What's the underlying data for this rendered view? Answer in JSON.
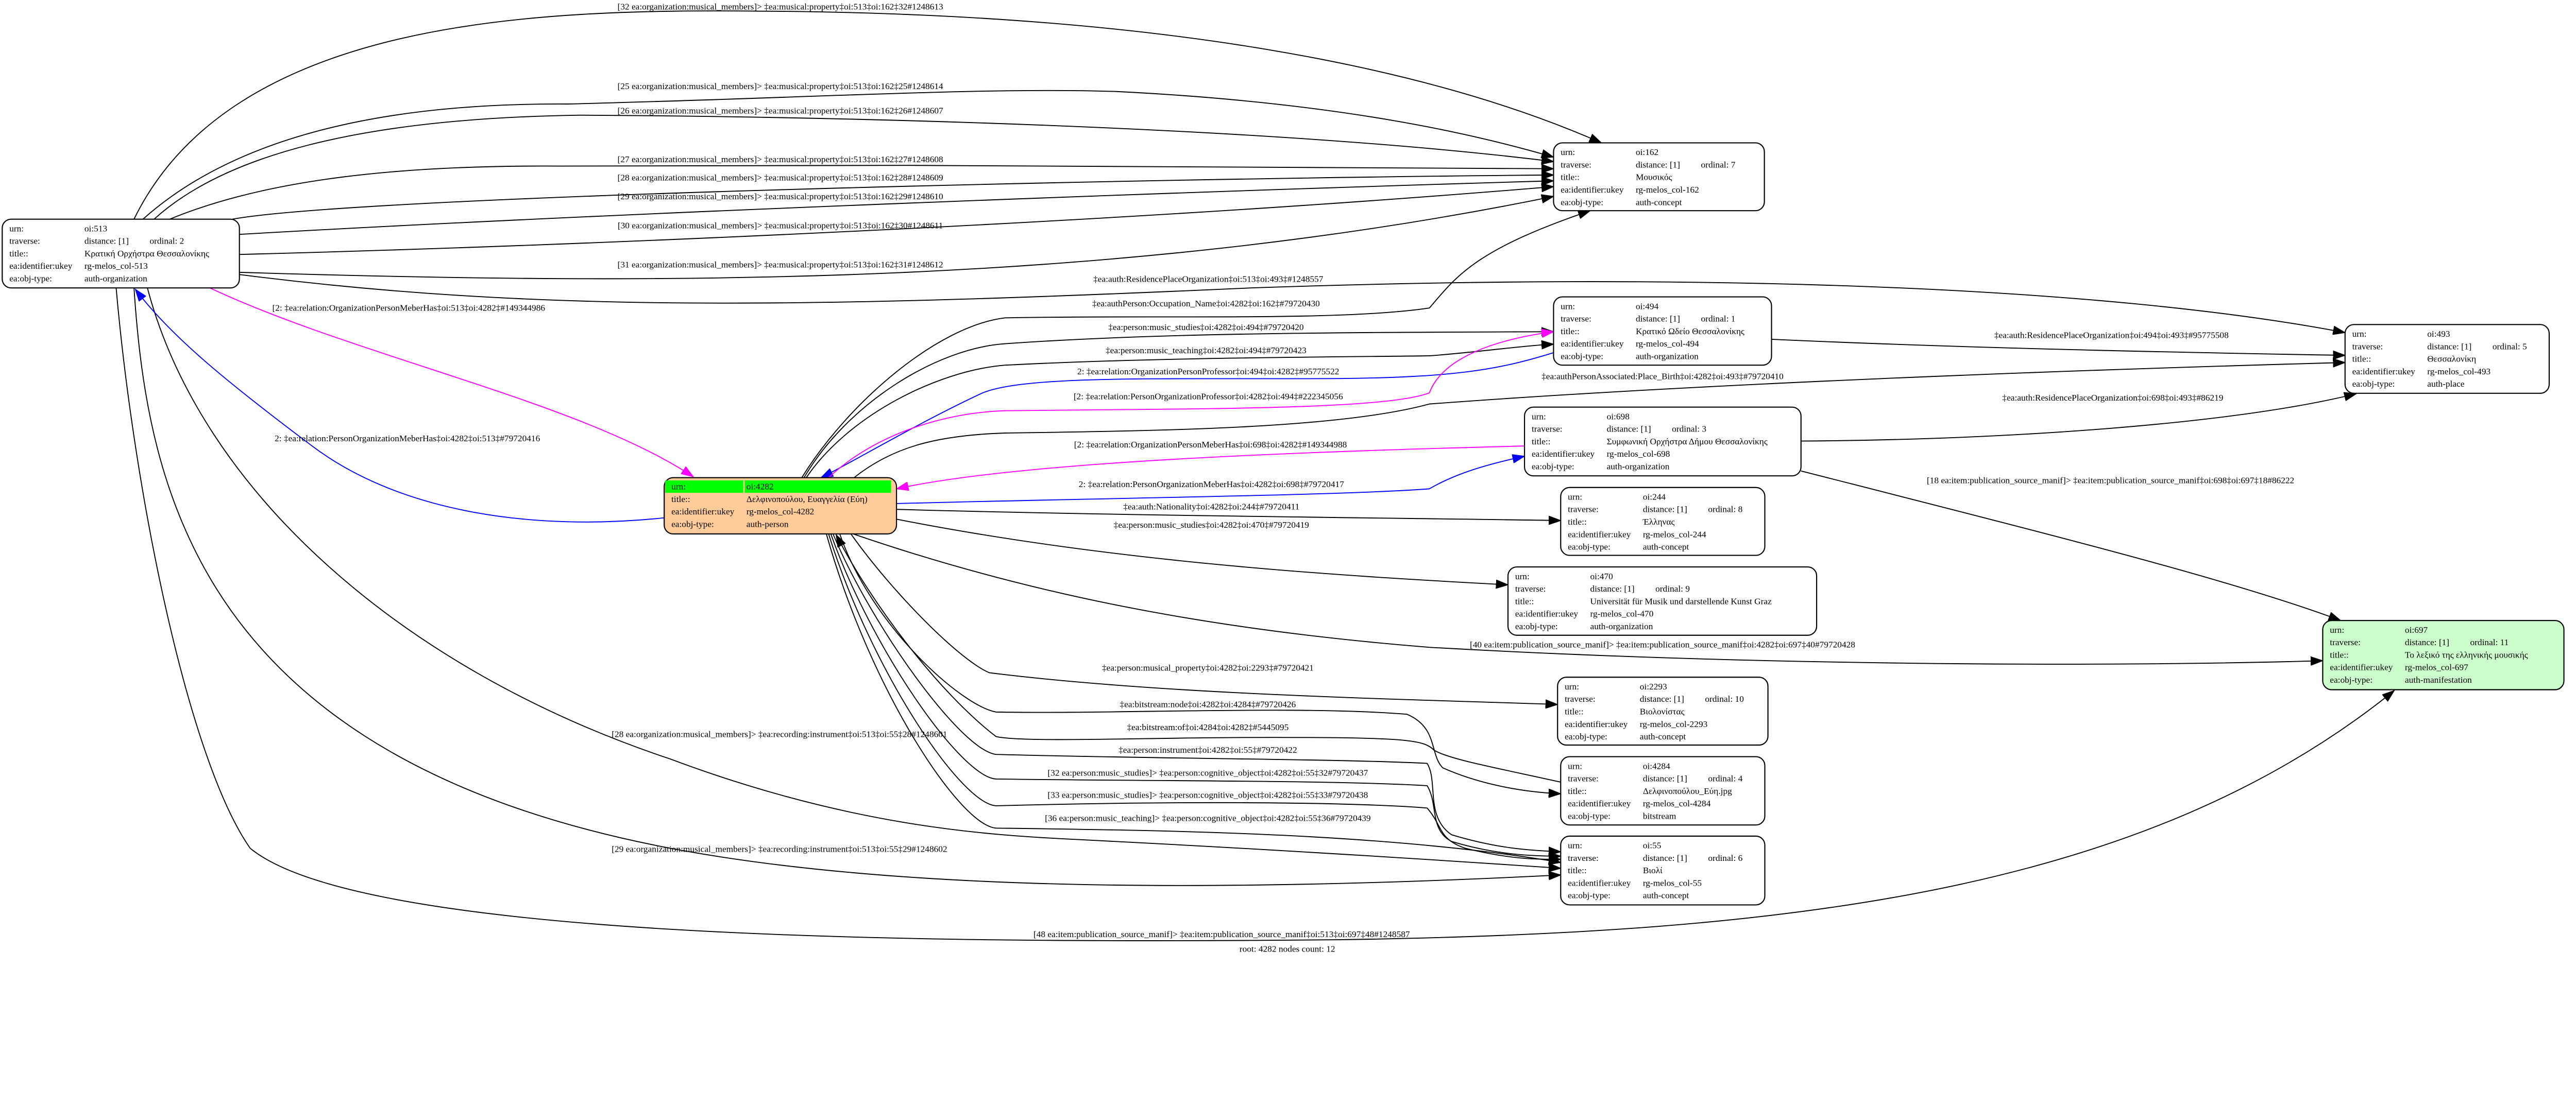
{
  "field_labels": {
    "urn": "urn:",
    "traverse": "traverse:",
    "title": "title::",
    "ukey": "ea:identifier:ukey",
    "obj_type": "ea:obj-type:"
  },
  "colors": {
    "root_fill": "#ffcc99",
    "root_highlight": "#00ff00",
    "manifestation_fill": "#ccffcc",
    "default_fill": "#ffffff",
    "edge_default": "#000000",
    "edge_member": "#ff00ff",
    "edge_inverse": "#0000ff"
  },
  "nodes": [
    {
      "id": "513",
      "urn": "oi:513",
      "distance": "distance: [1]",
      "ordinal": "ordinal: 2",
      "title": "Κρατική Ορχήστρα Θεσσαλονίκης",
      "ukey": "rg-melos_col-513",
      "obj_type": "auth-organization"
    },
    {
      "id": "4282",
      "root": true,
      "urn": "oi:4282",
      "title": "Δελφινοπούλου, Ευαγγελία (Εύη)",
      "ukey": "rg-melos_col-4282",
      "obj_type": "auth-person"
    },
    {
      "id": "162",
      "urn": "oi:162",
      "distance": "distance: [1]",
      "ordinal": "ordinal: 7",
      "title": "Μουσικός",
      "ukey": "rg-melos_col-162",
      "obj_type": "auth-concept"
    },
    {
      "id": "494",
      "urn": "oi:494",
      "distance": "distance: [1]",
      "ordinal": "ordinal: 1",
      "title": "Κρατικό Ωδείο Θεσσαλονίκης",
      "ukey": "rg-melos_col-494",
      "obj_type": "auth-organization"
    },
    {
      "id": "493",
      "urn": "oi:493",
      "distance": "distance: [1]",
      "ordinal": "ordinal: 5",
      "title": "Θεσσαλονίκη",
      "ukey": "rg-melos_col-493",
      "obj_type": "auth-place"
    },
    {
      "id": "698",
      "urn": "oi:698",
      "distance": "distance: [1]",
      "ordinal": "ordinal: 3",
      "title": "Συμφωνική Ορχήστρα Δήμου Θεσσαλονίκης",
      "ukey": "rg-melos_col-698",
      "obj_type": "auth-organization"
    },
    {
      "id": "244",
      "urn": "oi:244",
      "distance": "distance: [1]",
      "ordinal": "ordinal: 8",
      "title": "Έλληνας",
      "ukey": "rg-melos_col-244",
      "obj_type": "auth-concept"
    },
    {
      "id": "470",
      "urn": "oi:470",
      "distance": "distance: [1]",
      "ordinal": "ordinal: 9",
      "title": "Universität für Musik und darstellende Kunst Graz",
      "ukey": "rg-melos_col-470",
      "obj_type": "auth-organization"
    },
    {
      "id": "697",
      "urn": "oi:697",
      "distance": "distance: [1]",
      "ordinal": "ordinal: 11",
      "title": "Το λεξικό της ελληνικής μουσικής",
      "ukey": "rg-melos_col-697",
      "obj_type": "auth-manifestation",
      "fill": "manifestation"
    },
    {
      "id": "2293",
      "urn": "oi:2293",
      "distance": "distance: [1]",
      "ordinal": "ordinal: 10",
      "title": "Βιολονίστας",
      "ukey": "rg-melos_col-2293",
      "obj_type": "auth-concept"
    },
    {
      "id": "4284",
      "urn": "oi:4284",
      "distance": "distance: [1]",
      "ordinal": "ordinal: 4",
      "title": "Δελφινοπούλου_Εύη.jpg",
      "ukey": "rg-melos_col-4284",
      "obj_type": "bitstream"
    },
    {
      "id": "55",
      "urn": "oi:55",
      "distance": "distance: [1]",
      "ordinal": "ordinal: 6",
      "title": "Βιολί",
      "ukey": "rg-melos_col-55",
      "obj_type": "auth-concept"
    }
  ],
  "edges": [
    {
      "from": "513",
      "to": "162",
      "color": "#000000",
      "label": "[32 ea:organization:musical_members]> ‡ea:musical:property‡oi:513‡oi:162‡32#1248613"
    },
    {
      "from": "513",
      "to": "162",
      "color": "#000000",
      "label": "[25 ea:organization:musical_members]> ‡ea:musical:property‡oi:513‡oi:162‡25#1248614"
    },
    {
      "from": "513",
      "to": "162",
      "color": "#000000",
      "label": "[26 ea:organization:musical_members]> ‡ea:musical:property‡oi:513‡oi:162‡26#1248607"
    },
    {
      "from": "513",
      "to": "162",
      "color": "#000000",
      "label": "[27 ea:organization:musical_members]> ‡ea:musical:property‡oi:513‡oi:162‡27#1248608"
    },
    {
      "from": "513",
      "to": "162",
      "color": "#000000",
      "label": "[28 ea:organization:musical_members]> ‡ea:musical:property‡oi:513‡oi:162‡28#1248609"
    },
    {
      "from": "513",
      "to": "162",
      "color": "#000000",
      "label": "[29 ea:organization:musical_members]> ‡ea:musical:property‡oi:513‡oi:162‡29#1248610"
    },
    {
      "from": "513",
      "to": "162",
      "color": "#000000",
      "label": "[30 ea:organization:musical_members]> ‡ea:musical:property‡oi:513‡oi:162‡30#1248611"
    },
    {
      "from": "513",
      "to": "162",
      "color": "#000000",
      "label": "[31 ea:organization:musical_members]> ‡ea:musical:property‡oi:513‡oi:162‡31#1248612"
    },
    {
      "from": "513",
      "to": "493",
      "color": "#000000",
      "label": "‡ea:auth:ResidencePlaceOrganization‡oi:513‡oi:493‡#1248557"
    },
    {
      "from": "4282",
      "to": "162",
      "color": "#000000",
      "label": "‡ea:authPerson:Occupation_Name‡oi:4282‡oi:162‡#79720430"
    },
    {
      "from": "4282",
      "to": "494",
      "color": "#000000",
      "label": "‡ea:person:music_studies‡oi:4282‡oi:494‡#79720420"
    },
    {
      "from": "4282",
      "to": "494",
      "color": "#000000",
      "label": "‡ea:person:music_teaching‡oi:4282‡oi:494‡#79720423"
    },
    {
      "from": "494",
      "to": "4282",
      "color": "#0000ff",
      "label": "2: ‡ea:relation:OrganizationPersonProfessor‡oi:494‡oi:4282‡#95775522"
    },
    {
      "from": "4282",
      "to": "494",
      "color": "#ff00ff",
      "label": "[2: ‡ea:relation:PersonOrganizationProfessor‡oi:4282‡oi:494‡#222345056"
    },
    {
      "from": "4282",
      "to": "493",
      "color": "#000000",
      "label": "‡ea:authPersonAssociated:Place_Birth‡oi:4282‡oi:493‡#79720410"
    },
    {
      "from": "698",
      "to": "4282",
      "color": "#ff00ff",
      "label": "[2: ‡ea:relation:OrganizationPersonMeberHas‡oi:698‡oi:4282‡#149344988"
    },
    {
      "from": "4282",
      "to": "698",
      "color": "#0000ff",
      "label": "2: ‡ea:relation:PersonOrganizationMeberHas‡oi:4282‡oi:698‡#79720417"
    },
    {
      "from": "4282",
      "to": "244",
      "color": "#000000",
      "label": "‡ea:auth:Nationality‡oi:4282‡oi:244‡#79720411"
    },
    {
      "from": "4282",
      "to": "470",
      "color": "#000000",
      "label": "‡ea:person:music_studies‡oi:4282‡oi:470‡#79720419"
    },
    {
      "from": "4282",
      "to": "697",
      "color": "#000000",
      "label": "[40 ea:item:publication_source_manif]> ‡ea:item:publication_source_manif‡oi:4282‡oi:697‡40#79720428"
    },
    {
      "from": "4282",
      "to": "2293",
      "color": "#000000",
      "label": "‡ea:person:musical_property‡oi:4282‡oi:2293‡#79720421"
    },
    {
      "from": "4282",
      "to": "4284",
      "color": "#000000",
      "label": "‡ea:bitstream:node‡oi:4282‡oi:4284‡#79720426"
    },
    {
      "from": "4284",
      "to": "4282",
      "color": "#000000",
      "label": "‡ea:bitstream:of‡oi:4284‡oi:4282‡#5445095"
    },
    {
      "from": "4282",
      "to": "55",
      "color": "#000000",
      "label": "‡ea:person:instrument‡oi:4282‡oi:55‡#79720422"
    },
    {
      "from": "4282",
      "to": "55",
      "color": "#000000",
      "label": "[32 ea:person:music_studies]> ‡ea:person:cognitive_object‡oi:4282‡oi:55‡32#79720437"
    },
    {
      "from": "4282",
      "to": "55",
      "color": "#000000",
      "label": "[33 ea:person:music_studies]> ‡ea:person:cognitive_object‡oi:4282‡oi:55‡33#79720438"
    },
    {
      "from": "4282",
      "to": "55",
      "color": "#000000",
      "label": "[36 ea:person:music_teaching]> ‡ea:person:cognitive_object‡oi:4282‡oi:55‡36#79720439"
    },
    {
      "from": "513",
      "to": "55",
      "color": "#000000",
      "label": "[28 ea:organization:musical_members]> ‡ea:recording:instrument‡oi:513‡oi:55‡28#1248601"
    },
    {
      "from": "513",
      "to": "55",
      "color": "#000000",
      "label": "[29 ea:organization:musical_members]> ‡ea:recording:instrument‡oi:513‡oi:55‡29#1248602"
    },
    {
      "from": "513",
      "to": "697",
      "color": "#000000",
      "label": "[48 ea:item:publication_source_manif]> ‡ea:item:publication_source_manif‡oi:513‡oi:697‡48#1248587"
    },
    {
      "from": "513",
      "to": "4282",
      "color": "#ff00ff",
      "label": "[2: ‡ea:relation:OrganizationPersonMeberHas‡oi:513‡oi:4282‡#149344986"
    },
    {
      "from": "4282",
      "to": "513",
      "color": "#0000ff",
      "label": "2: ‡ea:relation:PersonOrganizationMeberHas‡oi:4282‡oi:513‡#79720416"
    },
    {
      "from": "494",
      "to": "493",
      "color": "#000000",
      "label": "‡ea:auth:ResidencePlaceOrganization‡oi:494‡oi:493‡#95775508"
    },
    {
      "from": "698",
      "to": "493",
      "color": "#000000",
      "label": "‡ea:auth:ResidencePlaceOrganization‡oi:698‡oi:493‡#86219"
    },
    {
      "from": "698",
      "to": "697",
      "color": "#000000",
      "label": "[18 ea:item:publication_source_manif]> ‡ea:item:publication_source_manif‡oi:698‡oi:697‡18#86222"
    }
  ],
  "footer": "root: 4282 nodes count: 12"
}
